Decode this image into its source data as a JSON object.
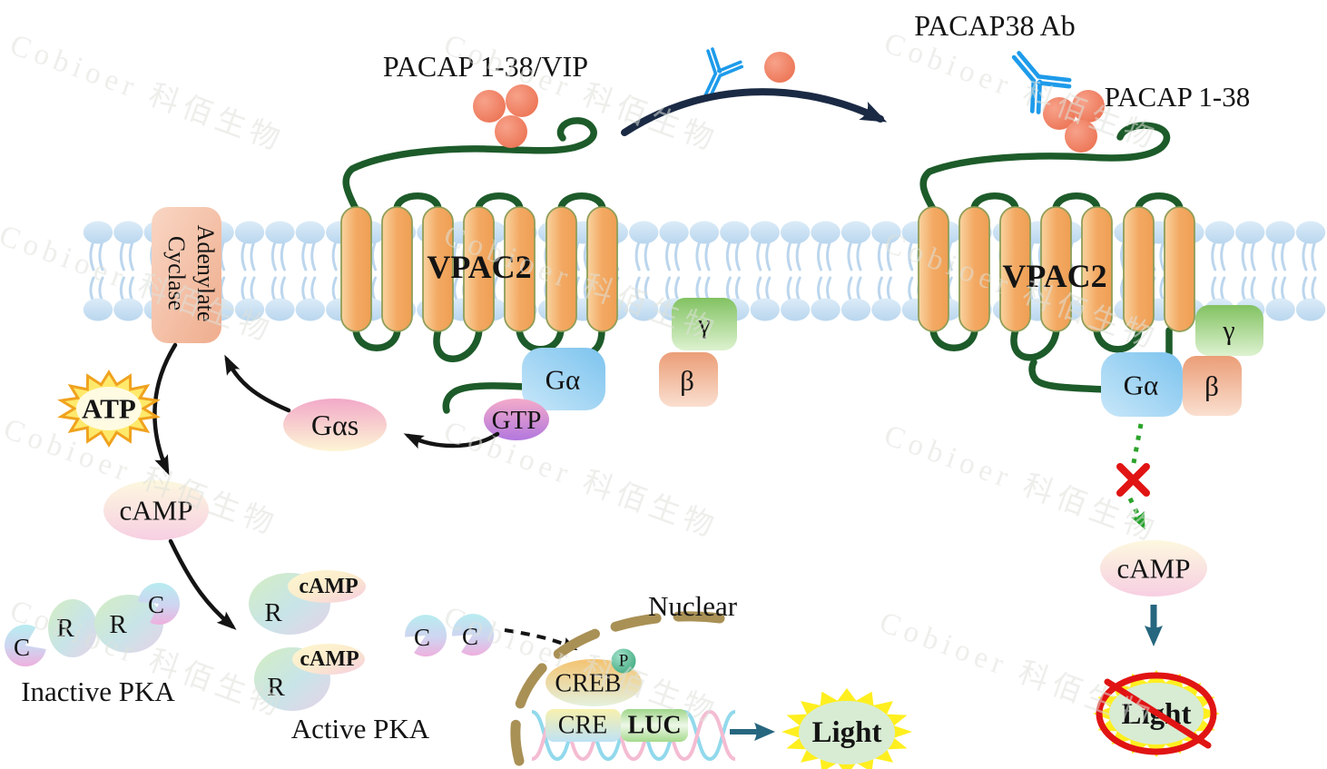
{
  "watermark": {
    "text": "Cobioer 科佰生物"
  },
  "left_pathway": {
    "ligand_label": "PACAP 1-38/VIP",
    "receptor_name": "VPAC2",
    "enzyme_line1": "Adenylate",
    "enzyme_line2": "Cyclase",
    "g_alpha": "Gα",
    "gtp": "GTP",
    "g_alpha_s": "Gαs",
    "gamma": "γ",
    "beta": "β",
    "atp": "ATP",
    "camp": "cAMP",
    "pka": {
      "r": "R",
      "c": "C",
      "camp_bound": "cAMP",
      "inactive": "Inactive PKA",
      "active": "Active PKA"
    },
    "nucleus": {
      "label": "Nuclear",
      "creb": "CREB",
      "phospho": "P",
      "cre": "CRE",
      "luc": "LUC"
    },
    "light": "Light"
  },
  "right_pathway": {
    "antibody_label": "PACAP38 Ab",
    "ligand_label": "PACAP 1-38",
    "receptor_name": "VPAC2",
    "g_alpha": "Gα",
    "beta": "β",
    "gamma": "γ",
    "camp": "cAMP",
    "light": "Light"
  },
  "colors": {
    "membrane_blue": "#bcd8ee",
    "helix_orange": "#f5b26e",
    "loop_green": "#1d5b2a",
    "antibody_blue": "#1e9bea",
    "ligand_red": "#ec6f50",
    "atp_text_green": "#17a233",
    "light_text_green": "#1e9641",
    "luc_magenta": "#c513c5",
    "navy_arrow": "#1b2a44",
    "teal_arrow": "#26667f",
    "blocked_red": "#e11414",
    "dotted_green": "#2ba32b",
    "nuclear_envelope_tan": "#a99055"
  }
}
